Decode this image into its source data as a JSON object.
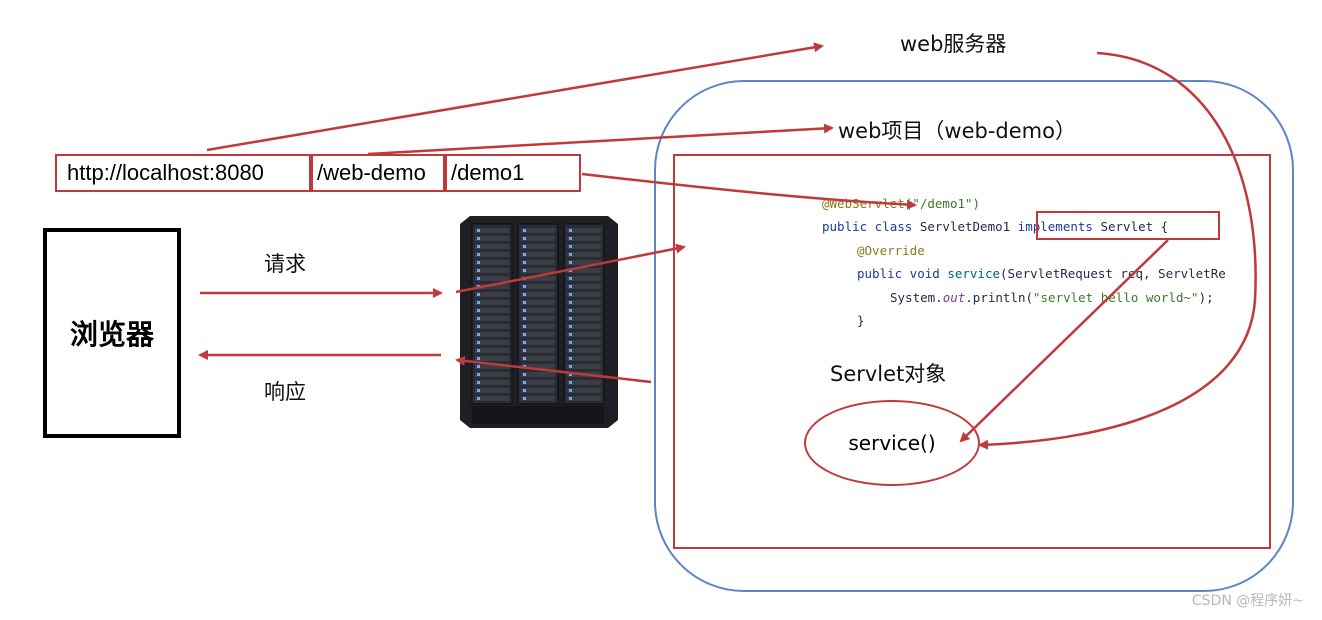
{
  "server_label": "web服务器",
  "project_label": "web项目（web-demo）",
  "url_parts": [
    "http://localhost:8080",
    "/web-demo",
    "/demo1"
  ],
  "browser_label": "浏览器",
  "request_label": "请求",
  "response_label": "响应",
  "code": {
    "line1_annotation": "@WebServlet",
    "line1_arg": "(\"/demo1\")",
    "line2_kw": "public class",
    "line2_name": " ServletDemo1 ",
    "line2_impl": "implements",
    "line2_rest": " Servlet {",
    "line3": "@Override",
    "line4_kw": "public void",
    "line4_method": " service",
    "line4_rest": "(ServletRequest req, ServletRe",
    "line5_pre": "System.",
    "line5_field": "out",
    "line5_mid": ".println(",
    "line5_str": "\"servlet hello world~\"",
    "line5_end": ");",
    "line6": "}"
  },
  "servlet_object_label": "Servlet对象",
  "service_label": "service()",
  "watermark": "CSDN @程序妍~",
  "colors": {
    "arrow": "#c0393b",
    "outline_blue": "#5b86c4"
  }
}
